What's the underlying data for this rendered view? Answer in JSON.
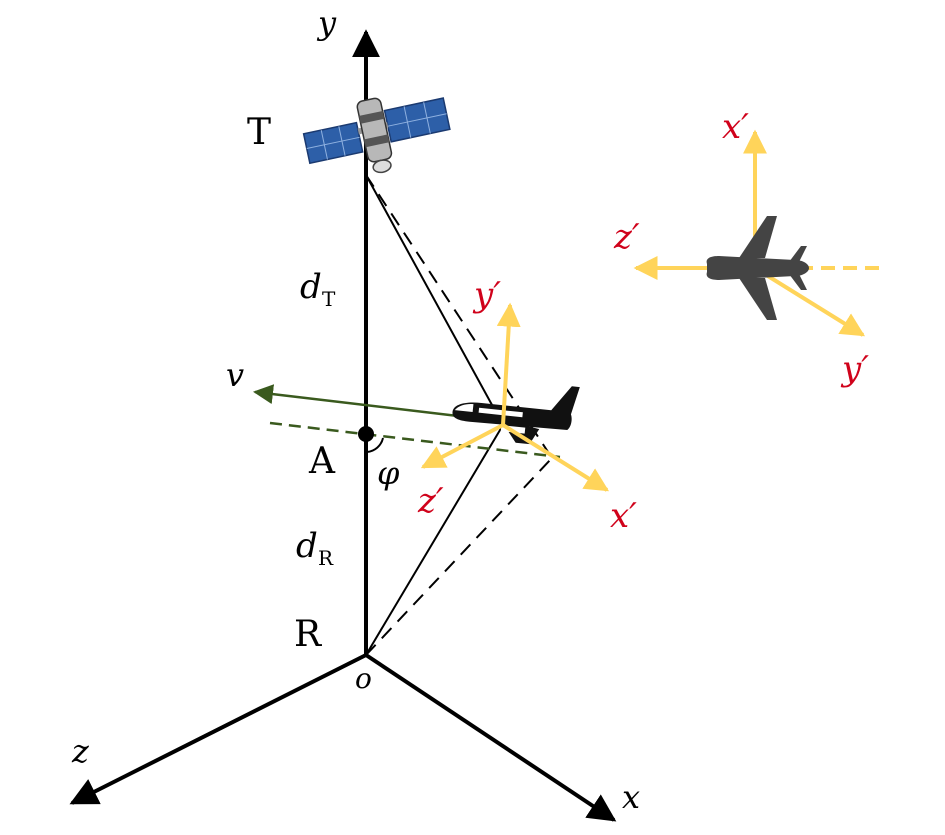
{
  "colors": {
    "axis": "#000000",
    "velocity": "#3a5a1e",
    "aircraft_frame": "#ffd45a",
    "prime_label": "#d0021b",
    "satellite_panel": "#2d5fa8",
    "aircraft_silhouette": "#444444"
  },
  "labels": {
    "axis_x": "x",
    "axis_y": "y",
    "axis_z": "z",
    "origin": "o",
    "transmitter": "T",
    "receiver": "R",
    "point_a": "A",
    "velocity": "v",
    "angle": "φ",
    "d_t_main": "d",
    "d_t_sub": "T",
    "d_r_main": "d",
    "d_r_sub": "R",
    "body_x": "x′",
    "body_y": "y′",
    "body_z": "z′",
    "inset_x": "x′",
    "inset_y": "y′",
    "inset_z": "z′"
  },
  "icons": {
    "satellite": "satellite-icon",
    "aircraft": "airplane-icon",
    "inset_aircraft": "airplane-top-view-icon"
  }
}
